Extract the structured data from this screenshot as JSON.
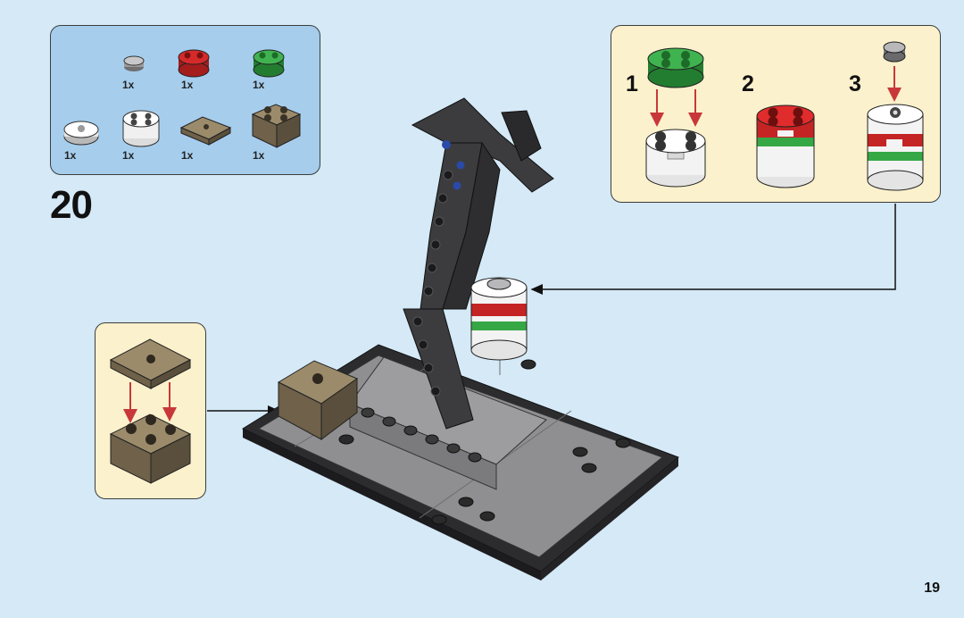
{
  "step": {
    "number": "20"
  },
  "page": {
    "number": "19"
  },
  "parts_list": {
    "items": [
      {
        "name": "round-tile-1x1-light-grey",
        "qty": "1x"
      },
      {
        "name": "round-brick-2x2-red",
        "qty": "1x"
      },
      {
        "name": "round-brick-2x2-green",
        "qty": "1x"
      },
      {
        "name": "round-tile-2x2-white",
        "qty": "1x"
      },
      {
        "name": "round-brick-2x2-white",
        "qty": "1x"
      },
      {
        "name": "tile-2x2-dark-tan",
        "qty": "1x"
      },
      {
        "name": "brick-2x2-dark-tan",
        "qty": "1x"
      }
    ]
  },
  "sub_assembly_1": {
    "steps": [
      {
        "label": "1"
      },
      {
        "label": "2"
      },
      {
        "label": "3"
      }
    ]
  },
  "colors": {
    "background": "#d5e9f7",
    "parts_panel": "#a6cdec",
    "subassembly_panel": "#fbf1cc",
    "arrow": "#c8383a",
    "red": "#d42525",
    "green": "#35a845",
    "dark_tan": "#8a7a5e",
    "dark_grey": "#3c3c3e",
    "base_grey": "#8f8f91"
  }
}
